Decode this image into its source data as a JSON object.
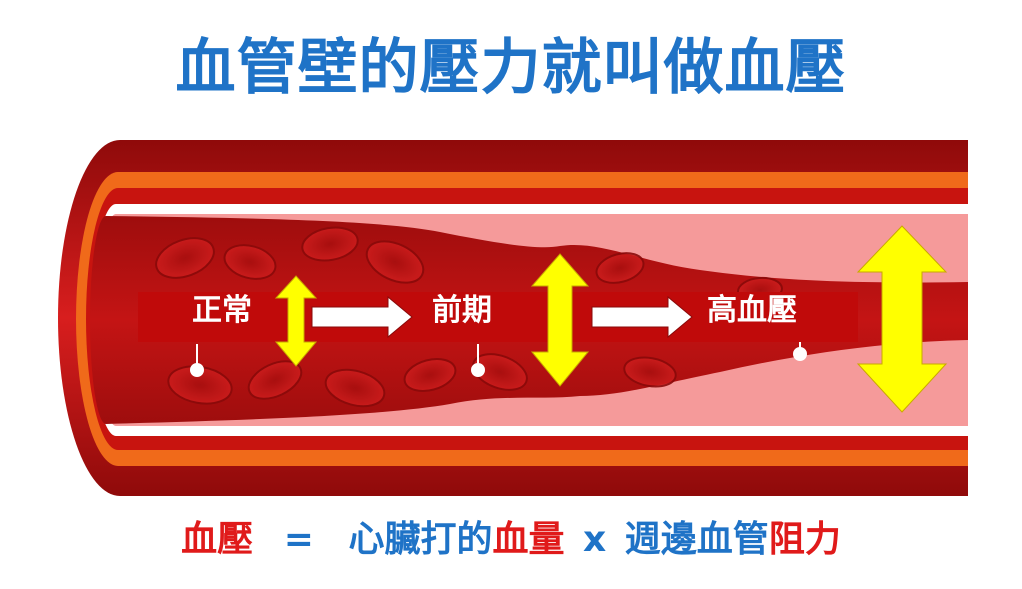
{
  "title": "血管壁的壓力就叫做血壓",
  "stages": [
    "正常",
    "前期",
    "高血壓"
  ],
  "formula": {
    "bp": "血壓",
    "eq": "=",
    "heart": "心臟打的",
    "volume": "血量",
    "times": "x",
    "vessel": "週邊血管",
    "resistance": "阻力"
  },
  "colors": {
    "title": "#1f73c7",
    "formula_blue": "#1f73c7",
    "formula_red": "#e01a1a",
    "arrow_yellow": "#ffff00",
    "band": "#c00a0a",
    "vessel_outer": "#d81e1e",
    "vessel_lumen_bg": "#f59a9a"
  }
}
